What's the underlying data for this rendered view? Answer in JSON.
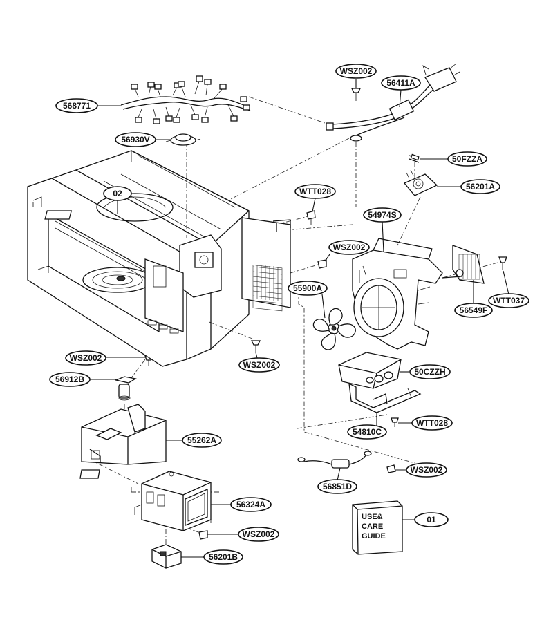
{
  "labels": {
    "harness": "568771",
    "wsz_cord": "WSZ002",
    "cord": "56411A",
    "thermostat": "56930V",
    "cavity": "02",
    "fuse": "50FZZA",
    "noise_filter": "56201A",
    "wtt_top": "WTT028",
    "fan_duct": "54974S",
    "wsz_duct": "WSZ002",
    "fan_blade": "55900A",
    "motor": "56549F",
    "wtt_motor": "WTT037",
    "wsz_left": "WSZ002",
    "wsz_cavity": "WSZ002",
    "thermal_fuse": "56912B",
    "capacitor": "50CZZH",
    "duct_bottom": "55262A",
    "bracket": "54810C",
    "wtt_bracket": "WTT028",
    "magnetron": "56324A",
    "diode": "56851D",
    "wsz_diode": "WSZ002",
    "wsz_magnetron": "WSZ002",
    "transformer": "56201B",
    "manual": "01"
  },
  "manual_text": [
    "USE&",
    "CARE",
    "GUIDE"
  ]
}
